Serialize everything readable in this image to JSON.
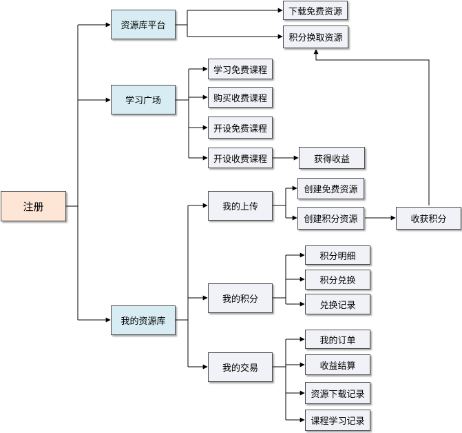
{
  "diagram": {
    "root": "注册",
    "platform": {
      "label": "资源库平台",
      "children": [
        "下载免费资源",
        "积分换取资源"
      ]
    },
    "learning": {
      "label": "学习广场",
      "children": [
        "学习免费课程",
        "购买收费课程",
        "开设免费课程",
        "开设收费课程"
      ],
      "paid_course_result": "获得收益"
    },
    "mylib": {
      "label": "我的资源库",
      "upload": {
        "label": "我的上传",
        "children": [
          "创建免费资源",
          "创建积分资源"
        ],
        "points_result": "收获积分"
      },
      "points": {
        "label": "我的积分",
        "children": [
          "积分明细",
          "积分兑换",
          "兑换记录"
        ]
      },
      "trade": {
        "label": "我的交易",
        "children": [
          "我的订单",
          "收益结算",
          "资源下载记录",
          "课程学习记录"
        ]
      }
    }
  }
}
